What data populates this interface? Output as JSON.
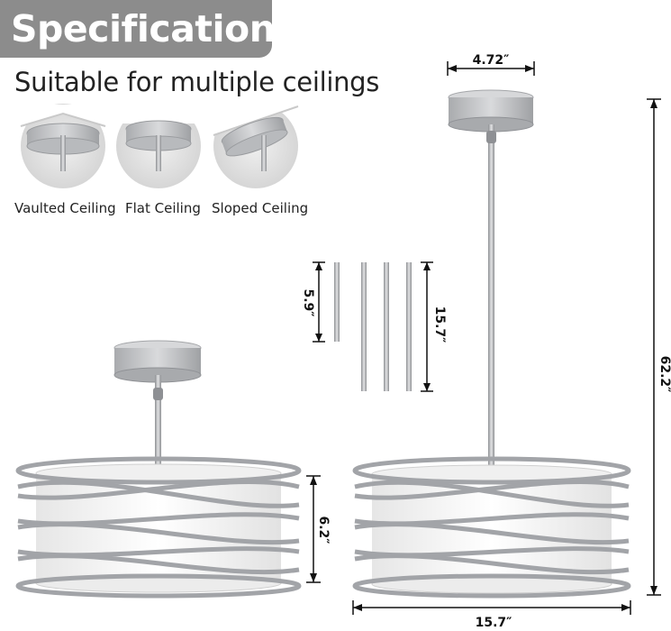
{
  "heading": "Specification",
  "subheading": "Suitable for multiple ceilings",
  "ceiling_types": [
    {
      "label": "Vaulted Ceiling"
    },
    {
      "label": "Flat Ceiling"
    },
    {
      "label": "Sloped Ceiling"
    }
  ],
  "dimensions": {
    "canopy_width": "4.72″",
    "short_rod": "5.9″",
    "long_rod": "15.7″",
    "total_height": "62.2″",
    "drum_height": "6.2″",
    "drum_width": "15.7″"
  },
  "colors": {
    "badge": "#8c8c8c",
    "metal": "#b4b6b9",
    "metal_dark": "#8e9094",
    "shade": "#f4f4f4"
  }
}
